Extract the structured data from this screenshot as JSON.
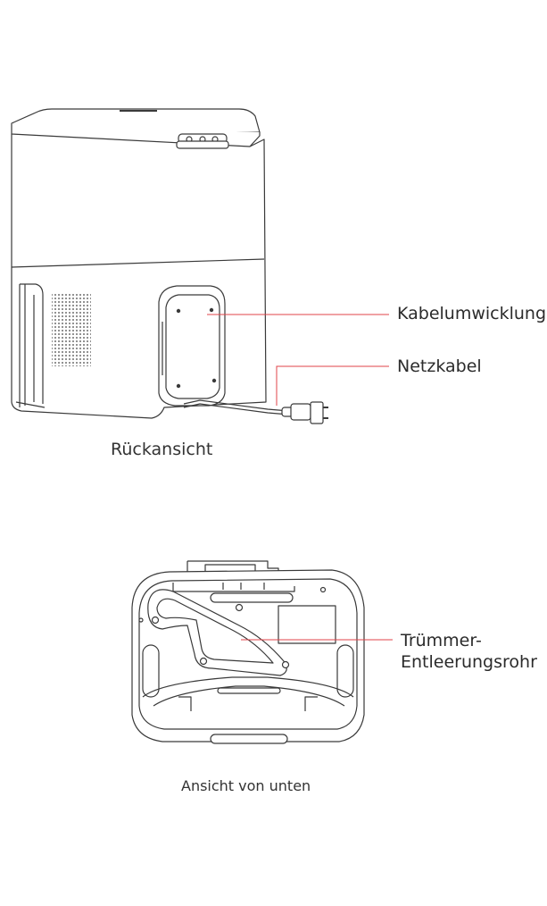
{
  "back_view": {
    "caption": "Rückansicht",
    "callouts": {
      "cable_wrap": "Kabelumwicklung",
      "power_cord": "Netzkabel"
    }
  },
  "bottom_view": {
    "caption": "Ansicht von unten",
    "callouts": {
      "debris_tube_line1": "Trümmer-",
      "debris_tube_line2": "Entleerungsrohr"
    }
  },
  "colors": {
    "line_art": "#3a3a3a",
    "callout_line": "#e0434a",
    "text": "#2b2b2b"
  }
}
